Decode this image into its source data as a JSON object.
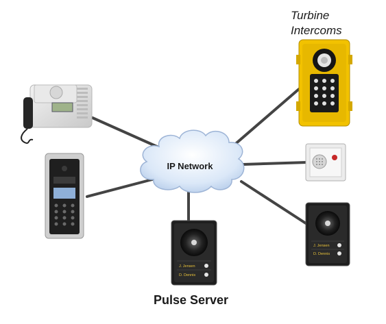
{
  "labels": {
    "turbine_line1": "Turbine",
    "turbine_line2": "Intercoms",
    "network": "IP Network",
    "pulse_server": "Pulse Server"
  },
  "name_tags": {
    "name1": "J. Jensen",
    "name2": "D. Dennis"
  },
  "colors": {
    "link": "#444444",
    "cloud_fill": "#cfe0f5",
    "cloud_edge": "#9db4d6",
    "turbine_yellow": "#f2c200",
    "panel_dark": "#1e1e1e"
  }
}
